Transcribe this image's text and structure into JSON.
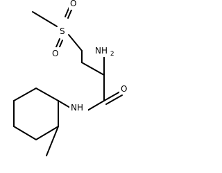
{
  "molecule": {
    "atoms": {
      "sulfur": "S",
      "sulfonyl_oxygen_upper": "O",
      "sulfonyl_oxygen_lower": "O",
      "amine": "NH",
      "amine_subscript": "2",
      "amide_oxygen": "O",
      "amide_nitrogen": "NH"
    }
  }
}
